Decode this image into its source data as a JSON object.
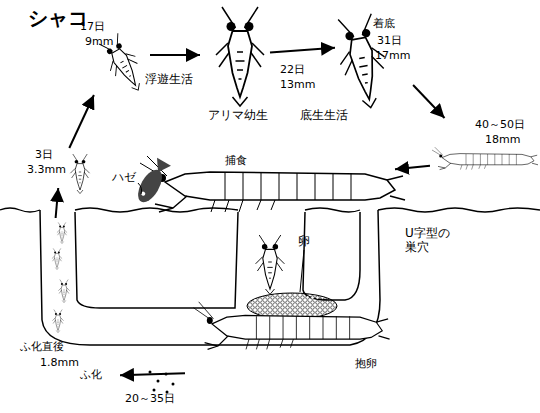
{
  "diagram": {
    "title": "シャコ",
    "nodes": [
      {
        "text": [
          "3日",
          "3.3mm"
        ]
      },
      {
        "text": [
          "17日",
          "9mm"
        ]
      },
      {
        "text": [
          "22日",
          "13mm"
        ]
      },
      {
        "text": [
          "着底",
          "31日",
          "17mm"
        ]
      },
      {
        "text": [
          "40～50日",
          "18mm"
        ]
      },
      {
        "text": [
          "捕食"
        ]
      },
      {
        "text": [
          "抱卵"
        ]
      },
      {
        "text": [
          "ふ化",
          "20～35日"
        ]
      },
      {
        "text": [
          "ふ化直後",
          "1.8mm"
        ]
      }
    ],
    "edges": [
      {
        "from": 0,
        "to": 1,
        "arrow": "to"
      },
      {
        "from": 1,
        "to": 2,
        "arrow": "to"
      },
      {
        "from": 2,
        "to": 3,
        "arrow": "to"
      },
      {
        "from": 3,
        "to": 4,
        "arrow": "to"
      },
      {
        "from": 4,
        "to": 5,
        "arrow": "to"
      },
      {
        "from": 6,
        "to": 7,
        "arrow": "to"
      },
      {
        "from": 8,
        "to": 0,
        "arrow": "to"
      }
    ],
    "labels": [
      "浮遊生活",
      "アリマ幼生",
      "底生生活",
      "ハゼ",
      "卵",
      "U字型の 巣穴"
    ]
  }
}
